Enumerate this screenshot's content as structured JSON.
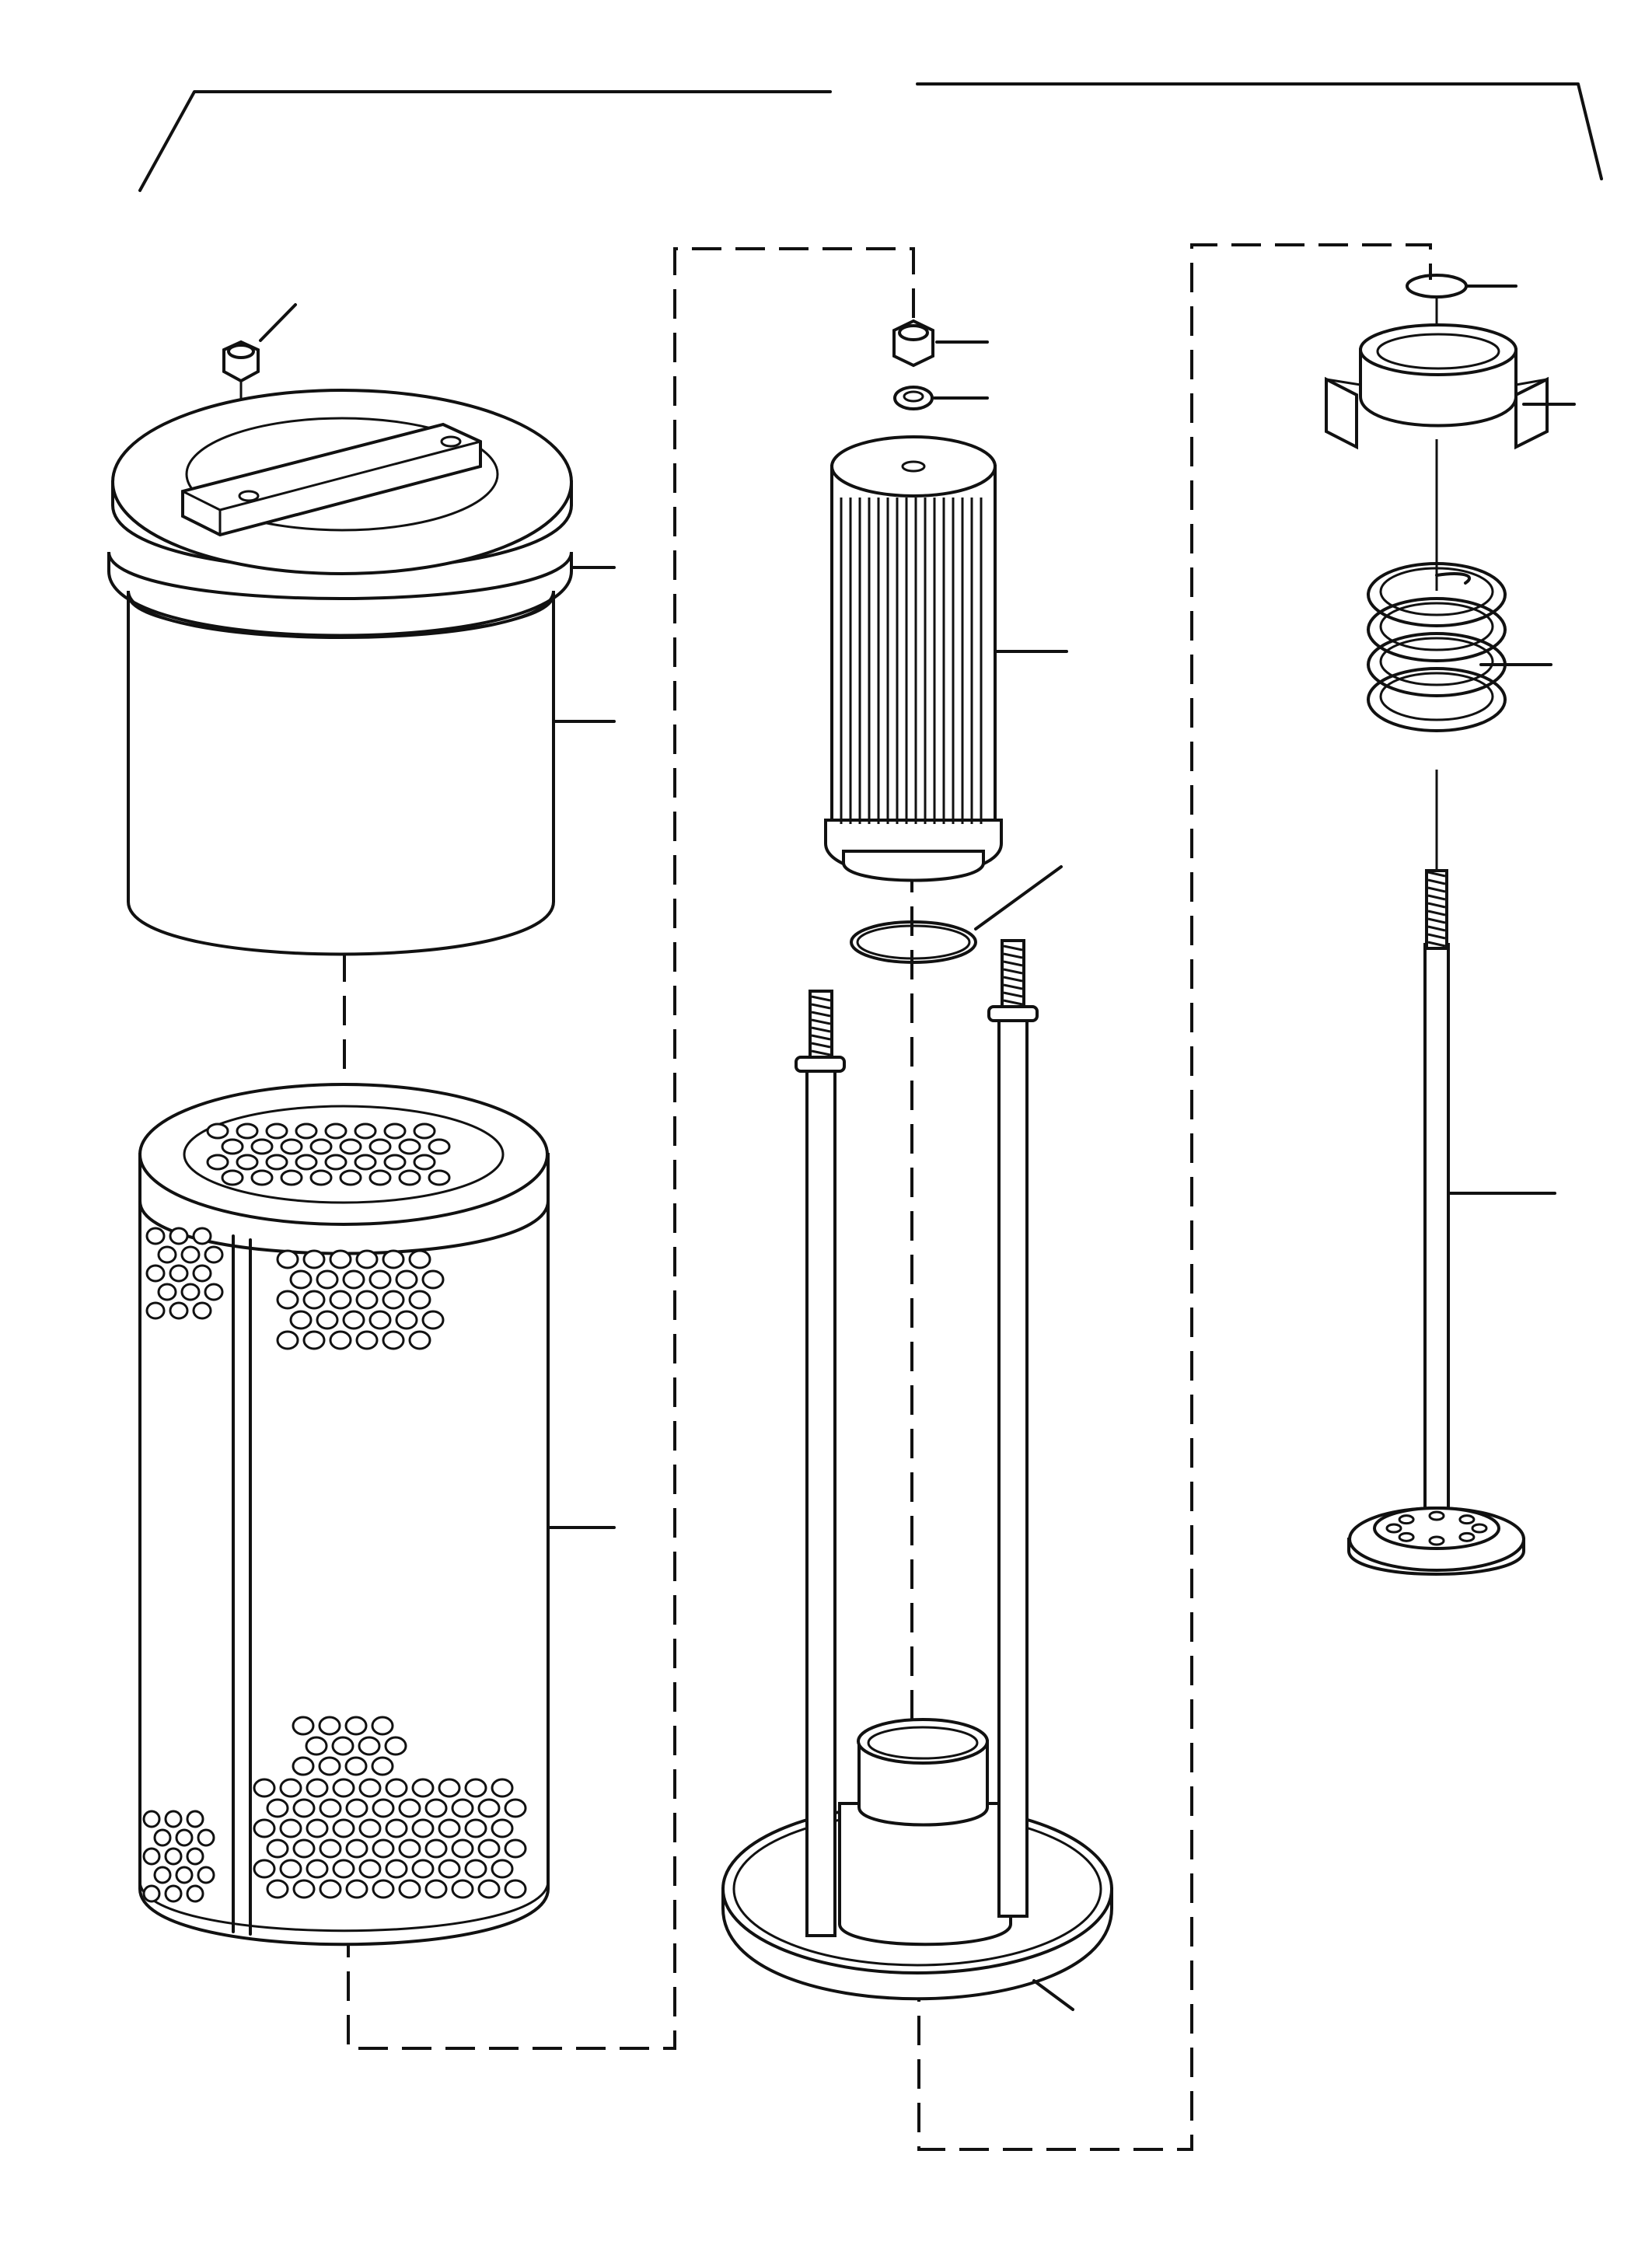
{
  "diagram": {
    "kind": "exploded parts view",
    "line_color": "#111111",
    "background": "#ffffff",
    "components": [
      {
        "id": "cap-nut",
        "icon": "hex-nut-icon"
      },
      {
        "id": "filter-bowl-lid",
        "icon": "lid-icon"
      },
      {
        "id": "bowl-seal",
        "icon": "seal-ring-icon"
      },
      {
        "id": "filter-bowl",
        "icon": "canister-icon"
      },
      {
        "id": "perforated-strainer",
        "icon": "strainer-icon"
      },
      {
        "id": "element-nut",
        "icon": "hex-nut-icon"
      },
      {
        "id": "element-washer",
        "icon": "washer-icon"
      },
      {
        "id": "filter-element",
        "icon": "cartridge-icon"
      },
      {
        "id": "o-ring",
        "icon": "o-ring-icon"
      },
      {
        "id": "base-plate-with-studs",
        "icon": "base-plate-icon"
      },
      {
        "id": "circlip",
        "icon": "circlip-icon"
      },
      {
        "id": "spring-retainer",
        "icon": "retainer-icon"
      },
      {
        "id": "coil-spring",
        "icon": "spring-icon"
      },
      {
        "id": "centre-bolt-with-valve",
        "icon": "bolt-icon"
      }
    ]
  }
}
